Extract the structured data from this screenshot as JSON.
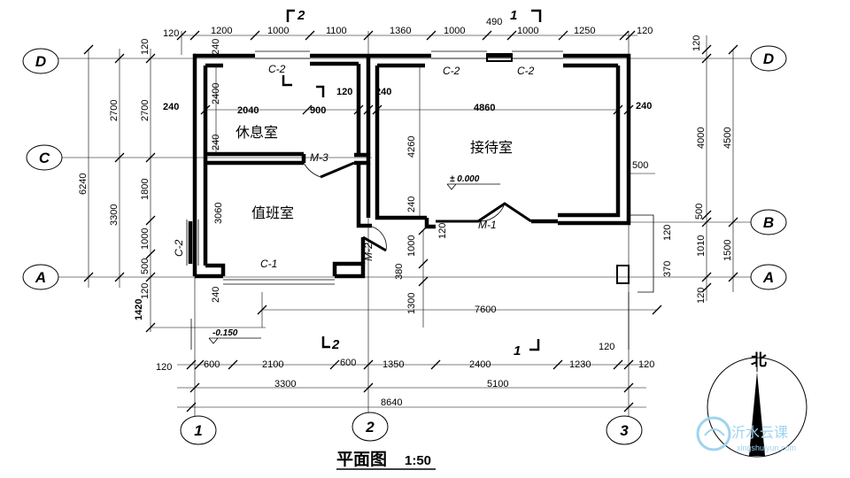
{
  "title": {
    "text": "平面图",
    "scale": "1:50"
  },
  "rooms": {
    "rest": "休息室",
    "reception": "接待室",
    "duty": "值班室"
  },
  "axes": {
    "row_d": "D",
    "row_c": "C",
    "row_b": "B",
    "row_a": "A",
    "col_1": "1",
    "col_2": "2",
    "col_3": "3"
  },
  "sections": {
    "s2": "2",
    "s1": "1"
  },
  "windows": {
    "c2_rest": "C-2",
    "c2_rec_left": "C-2",
    "c2_rec_right": "C-2",
    "c2_west": "C-2",
    "c1": "C-1"
  },
  "doors": {
    "m3": "M-3",
    "m1": "M-1",
    "m2": "M-2"
  },
  "levels": {
    "indoor": "± 0.000",
    "outdoor": "-0.150"
  },
  "compass": {
    "north": "北"
  },
  "watermark": {
    "cn": "沂水云课",
    "url": "xingshuiyun.com"
  },
  "dims": {
    "top": {
      "a": "120",
      "b": "1200",
      "c": "1000",
      "d": "1100",
      "e": "1360",
      "f": "490",
      "g": "1000",
      "h": "1000",
      "i": "1250",
      "j": "120"
    },
    "bottom": {
      "a": "120",
      "b": "600",
      "c": "2100",
      "d": "600",
      "e": "1350",
      "f": "2400",
      "g": "1230",
      "h": "120",
      "i": "120",
      "total_left": "3300",
      "total_right": "5100",
      "total": "8640"
    },
    "left_outer": {
      "total": "6240",
      "dc": "2700",
      "ca": "3300",
      "a_120": "120"
    },
    "left_inner": {
      "dc": "2700",
      "c_seg": "1800",
      "c_seg2": "1000",
      "c_seg3": "500",
      "c_seg4": "120",
      "step": "1420"
    },
    "right_outer": {
      "d_120": "120",
      "db": "4000",
      "db2": "4500",
      "ba": "1010",
      "ba2": "1500",
      "a_120": "120",
      "b_120": "120",
      "b_500": "500",
      "a_370": "370"
    },
    "interior": {
      "rest_w": "2040",
      "rest_door": "900",
      "rest_120": "120",
      "rest_240a": "240",
      "rest_240b": "240",
      "rest_2400": "2400",
      "rest_240c": "240",
      "rest_240d": "240",
      "rec_240a": "240",
      "rec_w": "4860",
      "rec_240b": "240",
      "rec_h": "4260",
      "rec_240c": "240",
      "duty_h": "3060",
      "duty_240": "240",
      "m2_1000": "1000",
      "m2_380": "380",
      "m2_1300": "1300",
      "m2_120": "120",
      "porch_w": "7600",
      "porch_500": "500"
    }
  },
  "colors": {
    "line": "#000000",
    "watermark": "#9fd3ee",
    "background": "#ffffff"
  }
}
